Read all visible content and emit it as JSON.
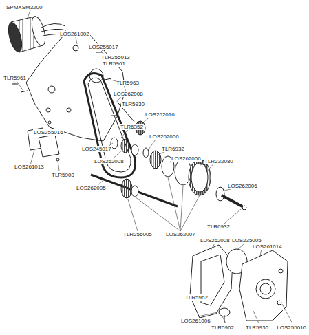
{
  "diagram": {
    "labels": [
      "SPMXSM3200",
      "LOS261002",
      "LOS255017",
      "TLR255013",
      "TLR5961",
      "TLR5961",
      "TLR5963",
      "LOS262008",
      "TLR5930",
      "LOS262016",
      "TLR6352",
      "LOS255016",
      "LOS262006",
      "LOS245017",
      "TLR6932",
      "LOS262006",
      "LOS262008",
      "TLR232080",
      "LOS261013",
      "TLR5903",
      "LOS262005",
      "LOS262006",
      "TLR256005",
      "LOS262007",
      "TLR6932",
      "LOS262008",
      "LOS235005",
      "LOS261014",
      "TLR5962",
      "LOS261006",
      "TLR5962",
      "TLR5930",
      "LOS255016"
    ]
  }
}
